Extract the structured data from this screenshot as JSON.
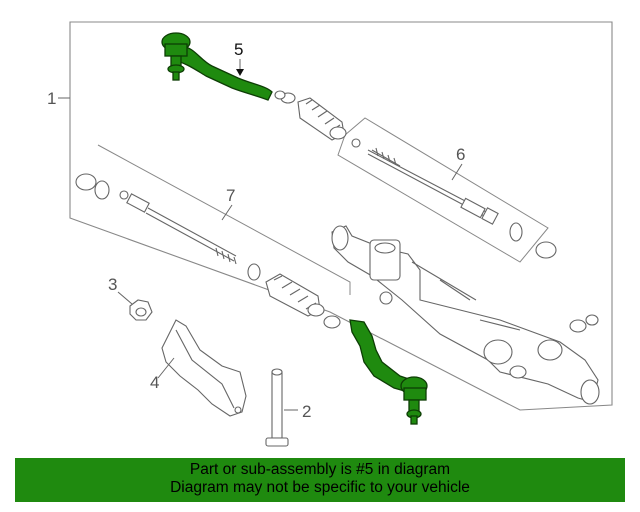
{
  "diagram": {
    "callouts": {
      "c1": "1",
      "c2": "2",
      "c3": "3",
      "c4": "4",
      "c5": "5",
      "c6": "6",
      "c7": "7"
    },
    "highlight_color": "#1f8a0f"
  },
  "banner": {
    "line1": "Part or sub-assembly is #5 in diagram",
    "line2": "Diagram may not be specific to your vehicle",
    "background": "#1f8a0f"
  }
}
